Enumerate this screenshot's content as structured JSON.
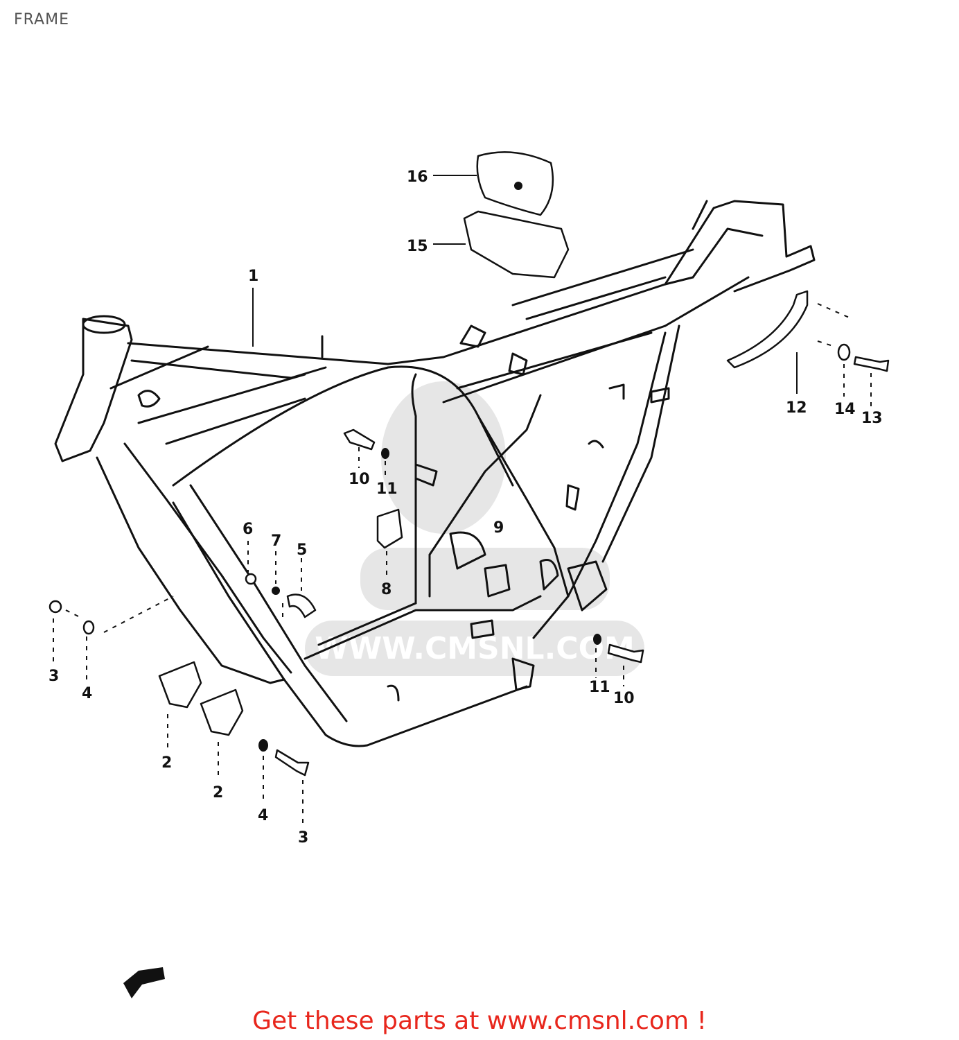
{
  "page": {
    "title": "FRAME"
  },
  "watermark": {
    "text": "WWW.CMSNL.COM"
  },
  "callouts": [
    {
      "id": "c1",
      "text": "1"
    },
    {
      "id": "c2a",
      "text": "2"
    },
    {
      "id": "c2b",
      "text": "2"
    },
    {
      "id": "c3a",
      "text": "3"
    },
    {
      "id": "c3b",
      "text": "3"
    },
    {
      "id": "c4a",
      "text": "4"
    },
    {
      "id": "c4b",
      "text": "4"
    },
    {
      "id": "c5",
      "text": "5"
    },
    {
      "id": "c6",
      "text": "6"
    },
    {
      "id": "c7",
      "text": "7"
    },
    {
      "id": "c8",
      "text": "8"
    },
    {
      "id": "c9",
      "text": "9"
    },
    {
      "id": "c10a",
      "text": "10"
    },
    {
      "id": "c10b",
      "text": "10"
    },
    {
      "id": "c11a",
      "text": "11"
    },
    {
      "id": "c11b",
      "text": "11"
    },
    {
      "id": "c12",
      "text": "12"
    },
    {
      "id": "c13",
      "text": "13"
    },
    {
      "id": "c14",
      "text": "14"
    },
    {
      "id": "c15",
      "text": "15"
    },
    {
      "id": "c16",
      "text": "16"
    }
  ],
  "footer": {
    "cta": "Get these parts at www.cmsnl.com !",
    "color": "#e8261c"
  }
}
